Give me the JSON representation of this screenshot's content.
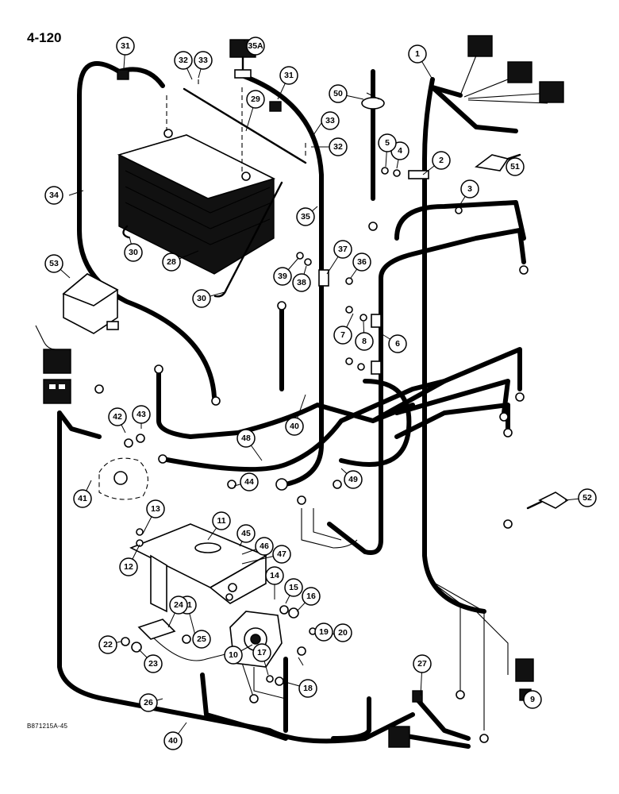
{
  "page_number": "4-120",
  "figure_code": "B871215A-45",
  "callouts": [
    {
      "label": "1"
    },
    {
      "label": "2"
    },
    {
      "label": "3"
    },
    {
      "label": "4"
    },
    {
      "label": "5"
    },
    {
      "label": "6"
    },
    {
      "label": "7"
    },
    {
      "label": "8"
    },
    {
      "label": "9"
    },
    {
      "label": "10"
    },
    {
      "label": "11"
    },
    {
      "label": "12"
    },
    {
      "label": "13"
    },
    {
      "label": "14"
    },
    {
      "label": "15"
    },
    {
      "label": "16"
    },
    {
      "label": "17"
    },
    {
      "label": "18"
    },
    {
      "label": "19"
    },
    {
      "label": "20"
    },
    {
      "label": "21"
    },
    {
      "label": "22"
    },
    {
      "label": "23"
    },
    {
      "label": "24"
    },
    {
      "label": "25"
    },
    {
      "label": "26"
    },
    {
      "label": "27"
    },
    {
      "label": "28"
    },
    {
      "label": "29"
    },
    {
      "label": "30"
    },
    {
      "label": "30"
    },
    {
      "label": "31"
    },
    {
      "label": "31"
    },
    {
      "label": "32"
    },
    {
      "label": "32"
    },
    {
      "label": "33"
    },
    {
      "label": "33"
    },
    {
      "label": "34"
    },
    {
      "label": "35"
    },
    {
      "label": "35A"
    },
    {
      "label": "36"
    },
    {
      "label": "37"
    },
    {
      "label": "38"
    },
    {
      "label": "39"
    },
    {
      "label": "40"
    },
    {
      "label": "40"
    },
    {
      "label": "41"
    },
    {
      "label": "42"
    },
    {
      "label": "43"
    },
    {
      "label": "44"
    },
    {
      "label": "45"
    },
    {
      "label": "46"
    },
    {
      "label": "47"
    },
    {
      "label": "48"
    },
    {
      "label": "49"
    },
    {
      "label": "50"
    },
    {
      "label": "51"
    },
    {
      "label": "52"
    },
    {
      "label": "53"
    }
  ]
}
